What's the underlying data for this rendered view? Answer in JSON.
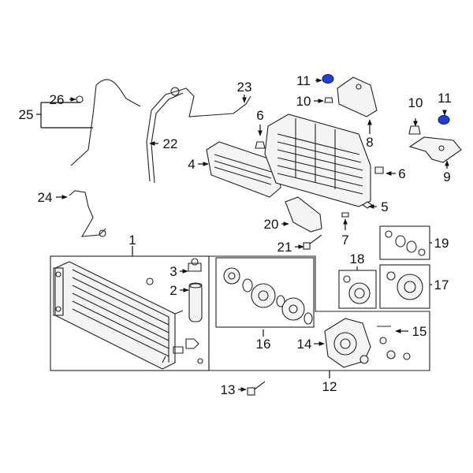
{
  "callouts": {
    "c1": "1",
    "c2": "2",
    "c3": "3",
    "c4": "4",
    "c5": "5",
    "c6a": "6",
    "c6b": "6",
    "c7": "7",
    "c8": "8",
    "c9": "9",
    "c10a": "10",
    "c10b": "10",
    "c11a": "11",
    "c11b": "11",
    "c12": "12",
    "c13": "13",
    "c14": "14",
    "c15": "15",
    "c16": "16",
    "c17": "17",
    "c18": "18",
    "c19": "19",
    "c20": "20",
    "c21": "21",
    "c22": "22",
    "c23": "23",
    "c24": "24",
    "c25": "25",
    "c26": "26"
  },
  "colors": {
    "highlight": "#1f3fd6",
    "line": "#222222"
  }
}
